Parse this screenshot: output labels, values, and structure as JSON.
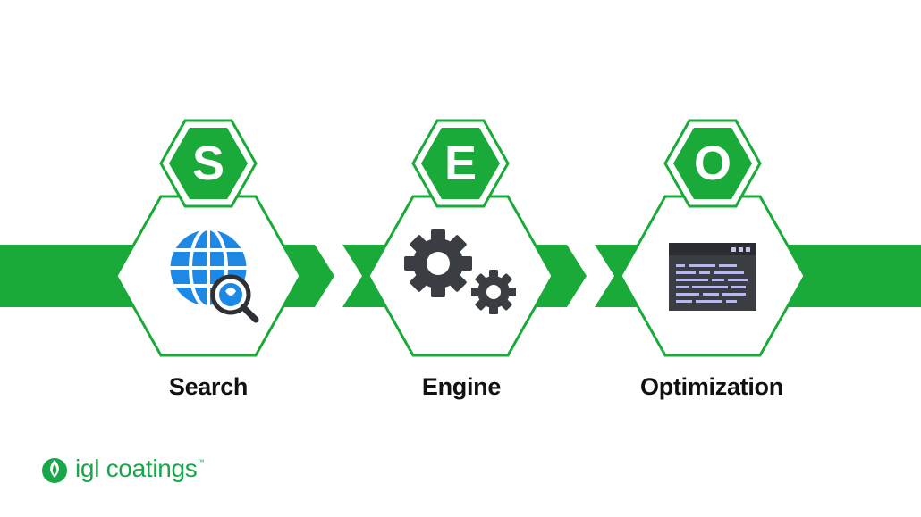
{
  "colors": {
    "green": "#1aaa3a",
    "green_dark": "#0f8f2e",
    "globe_blue": "#1e88e5",
    "dark_gray": "#3a3d42",
    "white": "#ffffff",
    "text": "#111111"
  },
  "steps": [
    {
      "letter": "S",
      "caption": "Search",
      "icon": "globe-search-icon"
    },
    {
      "letter": "E",
      "caption": "Engine",
      "icon": "gears-icon"
    },
    {
      "letter": "O",
      "caption": "Optimization",
      "icon": "code-window-icon"
    }
  ],
  "logo": {
    "text": "igl coatings",
    "tm": "™",
    "icon": "droplet-leaf-icon"
  }
}
